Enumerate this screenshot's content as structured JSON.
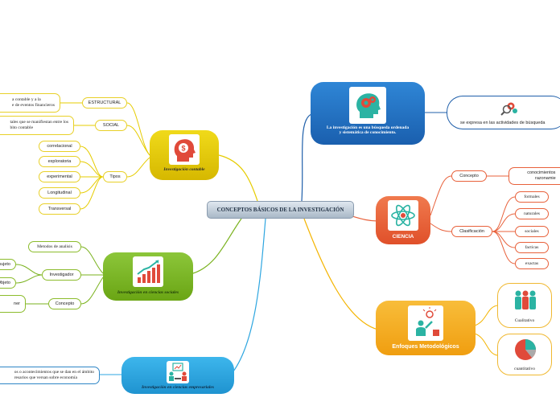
{
  "center": {
    "title": "CONCEPTOS BÁSICOS DE LA INVESTIGACIÓN"
  },
  "investigacion": {
    "title_line1": "La investigación es una búsqueda ordenada",
    "title_line2": "y sistemática de conocimiento.",
    "child": "se expresa en las actividades de búsqueda",
    "icon": "head-gears-icon",
    "color": "#1e6fc0"
  },
  "ciencia": {
    "title": "CIENCIA",
    "icon": "atom-icon",
    "color": "#e8613b",
    "concepto": {
      "label": "Concepto",
      "child_line1": "conocimientos",
      "child_line2": "razonamie"
    },
    "clasificacion": {
      "label": "Clasificación",
      "items": [
        "formales",
        "naturales",
        "sociales",
        "facticas",
        "exactas"
      ]
    }
  },
  "enfoques": {
    "title": "Enfoques Metodológicos",
    "icon": "person-idea-icon",
    "color": "#f4a81d",
    "cualitativo": "Cualitativo",
    "cuantitativo": "cuantitativo"
  },
  "contable": {
    "title": "Investigación contable",
    "icon": "head-dollar-icon",
    "color": "#e6cc00",
    "estructural": {
      "label": "ESTRUCTURAL",
      "text_line1": "a contable y a la",
      "text_line2": "e de eventos financieros"
    },
    "social": {
      "label": "SOCIAL",
      "text_line1": "tales que se manifiestan entre los",
      "text_line2": "bito contable"
    },
    "tipos": {
      "label": "Tipos",
      "items": [
        "correlacional",
        "exploratoria",
        "experimental",
        "Longitudinal",
        "Transversal"
      ]
    }
  },
  "sociales": {
    "title": "Investigación en ciencias sociales",
    "icon": "growth-chart-icon",
    "color": "#7ab21e",
    "metodos": "Metodos de analisis",
    "investigador": "Investigador",
    "sujeto": "sujeto",
    "objeto": "Objeto",
    "concepto": "Concepto",
    "concepto_child": "ner"
  },
  "empresariales": {
    "title": "Investigación en ciencias empresariales",
    "icon": "business-meeting-icon",
    "color": "#2ea6e0",
    "child_line1": "os o acontecimientos que se dan en el ámbito",
    "child_line2": "resarios que versan sobre economía"
  }
}
